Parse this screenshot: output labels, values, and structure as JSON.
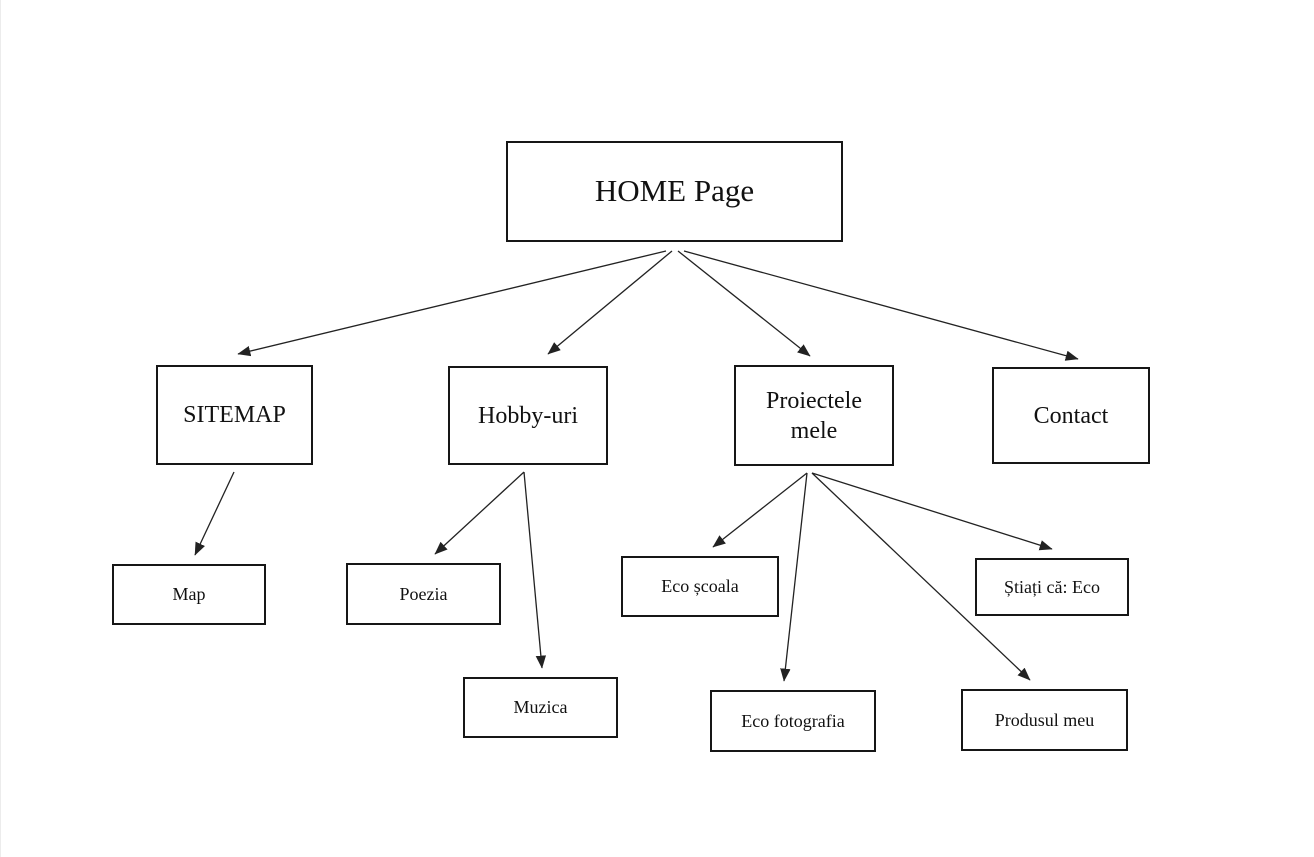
{
  "diagram": {
    "type": "sitemap-tree",
    "nodes": {
      "home": {
        "label": "HOME Page",
        "level": "root"
      },
      "sitemap": {
        "label": "SITEMAP",
        "level": "mid"
      },
      "hobby": {
        "label": "Hobby-uri",
        "level": "mid"
      },
      "proiecte": {
        "label": "Proiectele mele",
        "level": "mid"
      },
      "contact": {
        "label": "Contact",
        "level": "mid"
      },
      "map": {
        "label": "Map",
        "level": "leaf"
      },
      "poezia": {
        "label": "Poezia",
        "level": "leaf"
      },
      "muzica": {
        "label": "Muzica",
        "level": "leaf"
      },
      "ecoscoala": {
        "label": "Eco școala",
        "level": "leaf"
      },
      "ecofoto": {
        "label": "Eco fotografia",
        "level": "leaf"
      },
      "stiati": {
        "label": "Știați că: Eco",
        "level": "leaf"
      },
      "produsul": {
        "label": "Produsul meu",
        "level": "leaf"
      }
    },
    "edges": [
      {
        "from": "home",
        "to": "sitemap"
      },
      {
        "from": "home",
        "to": "hobby"
      },
      {
        "from": "home",
        "to": "proiecte"
      },
      {
        "from": "home",
        "to": "contact"
      },
      {
        "from": "sitemap",
        "to": "map"
      },
      {
        "from": "hobby",
        "to": "poezia"
      },
      {
        "from": "hobby",
        "to": "muzica"
      },
      {
        "from": "proiecte",
        "to": "ecoscoala"
      },
      {
        "from": "proiecte",
        "to": "ecofoto"
      },
      {
        "from": "proiecte",
        "to": "stiati"
      },
      {
        "from": "proiecte",
        "to": "produsul"
      }
    ],
    "colors": {
      "background": "#ffffff",
      "box_border": "#161616",
      "shadow_border": "#8fae63",
      "arrow": "#222222",
      "text": "#111111"
    }
  }
}
